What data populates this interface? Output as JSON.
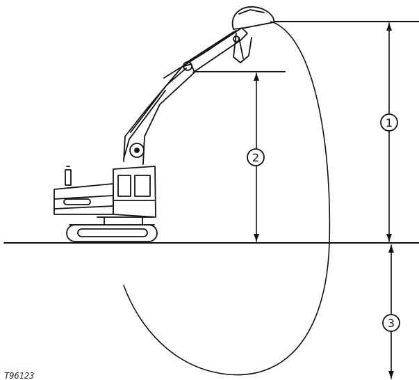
{
  "diagram": {
    "callouts": [
      {
        "id": "1",
        "label": "1"
      },
      {
        "id": "2",
        "label": "2"
      },
      {
        "id": "3",
        "label": "3"
      }
    ],
    "reference_code": "T96123",
    "colors": {
      "ink": "#111111",
      "background": "#ffffff"
    }
  }
}
